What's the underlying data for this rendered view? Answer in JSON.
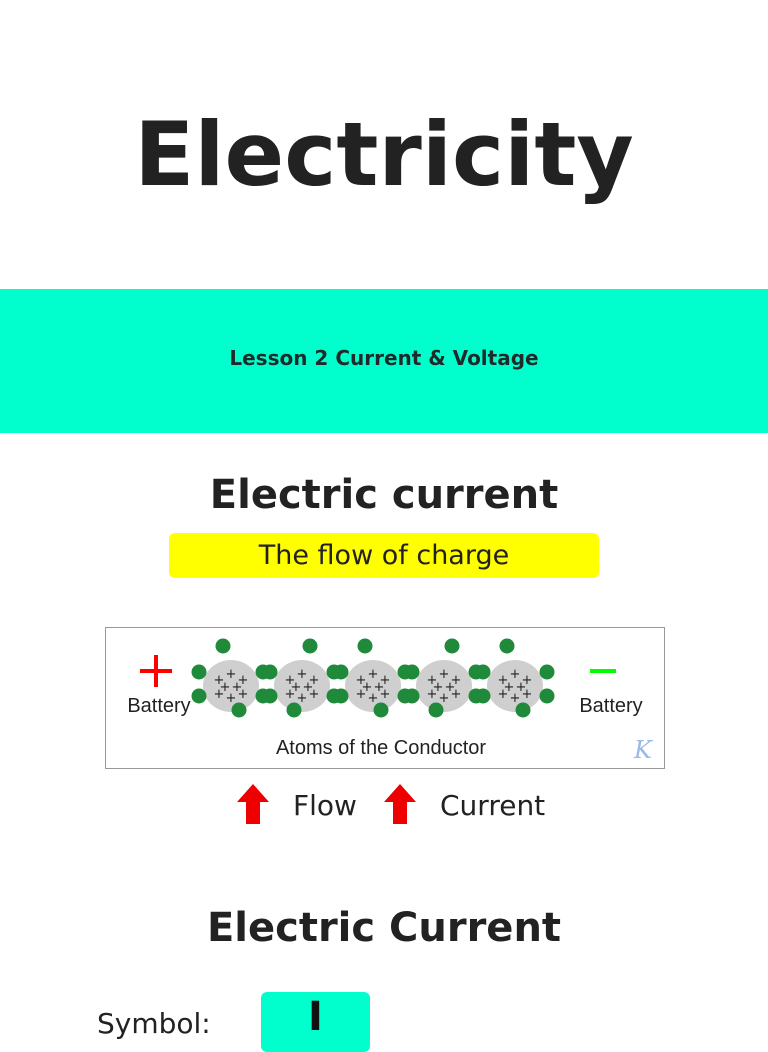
{
  "title": "Electricity",
  "banner": {
    "text": "Lesson 2 Current & Voltage",
    "color": "#00ffcc"
  },
  "section1": {
    "heading": "Electric current",
    "definition": "The flow of charge",
    "highlight_color": "#ffff00"
  },
  "diagram": {
    "positive_sign": "+",
    "negative_sign": "–",
    "left_label": "Battery",
    "right_label": "Battery",
    "caption": "Atoms of the Conductor",
    "watermark": "K",
    "electron_color": "#1e8a3a",
    "positive_color": "#ff0000",
    "negative_color": "#00ff00"
  },
  "legend": {
    "items": [
      {
        "label": "Flow",
        "icon": "red-up-arrow-icon"
      },
      {
        "label": "Current",
        "icon": "red-up-arrow-icon"
      }
    ],
    "arrow_color": "#ee0000"
  },
  "section2": {
    "heading": "Electric Current",
    "symbol_label": "Symbol:",
    "symbol": "I"
  }
}
